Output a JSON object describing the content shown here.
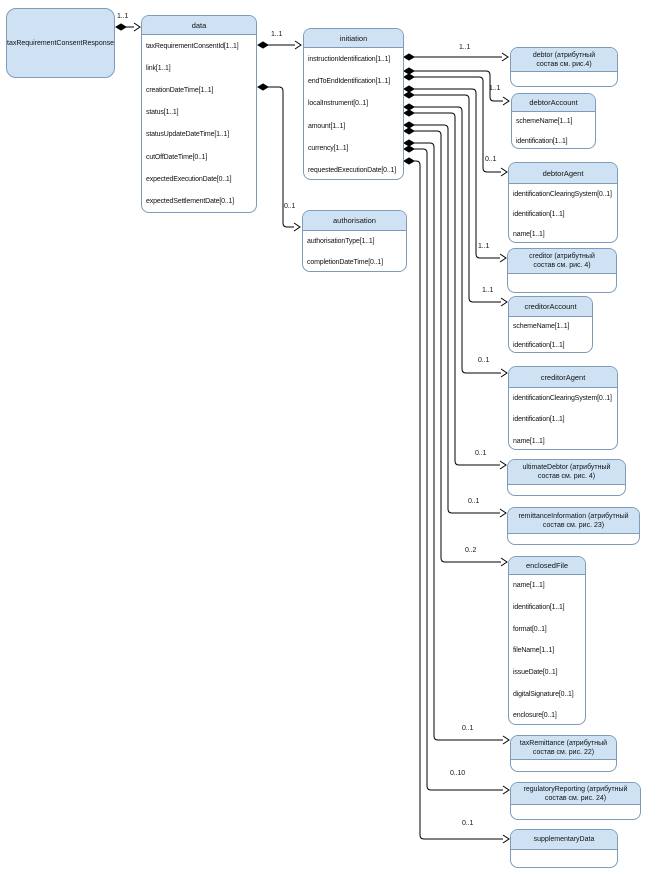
{
  "colors": {
    "box_fill": "#cfe2f3",
    "box_border": "#7e9cb9",
    "wire": "#000000"
  },
  "root_box": {
    "label": "taxRequirementConsentResponse"
  },
  "data_box": {
    "title": "data",
    "fields": [
      "taxRequirementConsentId[1..1]",
      "link[1..1]",
      "creationDateTime[1..1]",
      "status[1..1]",
      "statusUpdateDateTime[1..1]",
      "cutOffDateTime[0..1]",
      "expectedExecutionDate[0..1]",
      "expectedSettlementDate[0..1]"
    ]
  },
  "initiation_box": {
    "title": "initiation",
    "fields": [
      "instructionIdentification[1..1]",
      "endToEndIdentification[1..1]",
      "localInstrument[0..1]",
      "amount[1..1]",
      "currency[1..1]",
      "requestedExecutionDate[0..1]"
    ]
  },
  "authorisation_box": {
    "title": "authorisation",
    "fields": [
      "authorisationType[1..1]",
      "completionDateTime[0..1]"
    ]
  },
  "debtor_box": {
    "line1": "debtor (атрибутный",
    "line2": "состав см. рис.4)"
  },
  "debtor_account_box": {
    "title": "debtorAccount",
    "fields": [
      "schemeName[1..1]",
      "identification[1..1]"
    ]
  },
  "debtor_agent_box": {
    "title": "debtorAgent",
    "fields": [
      "identificationClearingSystem[0..1]",
      "identification[1..1]",
      "name[1..1]"
    ]
  },
  "creditor_box": {
    "line1": "creditor (атрибутный",
    "line2": "состав см. рис. 4)"
  },
  "creditor_account_box": {
    "title": "creditorAccount",
    "fields": [
      "schemeName[1..1]",
      "identification[1..1]"
    ]
  },
  "creditor_agent_box": {
    "title": "creditorAgent",
    "fields": [
      "identificationClearingSystem[0..1]",
      "identification[1..1]",
      "name[1..1]"
    ]
  },
  "ultimate_debtor_box": {
    "line1": "ultimateDebtor (атрибутный",
    "line2": "состав см. рис. 4)"
  },
  "remittance_information_box": {
    "line1": "remittanceInformation (атрибутный",
    "line2": "состав см. рис. 23)"
  },
  "enclosed_file_box": {
    "title": "enclosedFile",
    "fields": [
      "name[1..1]",
      "identification[1..1]",
      "format[0..1]",
      "fileName[1..1]",
      "issueDate[0..1]",
      "digitalSignature[0..1]",
      "enclosure[0..1]"
    ]
  },
  "tax_remittance_box": {
    "line1": "taxRemittance (атрибутный",
    "line2": "состав см. рис. 22)"
  },
  "regulatory_reporting_box": {
    "line1": "regulatoryReporting (атрибутный",
    "line2": "состав см. рис. 24)"
  },
  "supplementary_data_box": {
    "title": "supplementaryData"
  },
  "edge_labels": {
    "root_to_data": "1..1",
    "data_to_initiation": "1..1",
    "data_to_authorisation": "0..1",
    "initiation_to_debtor": "1..1",
    "initiation_to_debtor_account": "1..1",
    "initiation_to_debtor_agent": "0..1",
    "initiation_to_creditor": "1..1",
    "initiation_to_creditor_account": "1..1",
    "initiation_to_creditor_agent": "0..1",
    "initiation_to_ultimate_debtor": "0..1",
    "initiation_to_remittance_information": "0..1",
    "initiation_to_enclosed_file": "0..2",
    "initiation_to_tax_remittance": "0..1",
    "initiation_to_regulatory_reporting": "0..10",
    "initiation_to_supplementary_data": "0..1"
  }
}
